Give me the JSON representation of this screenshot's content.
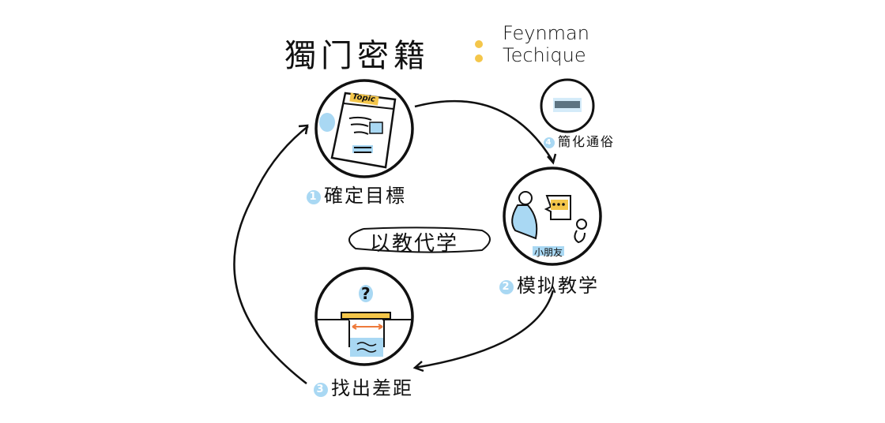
{
  "title": {
    "chinese": "獨门密籍",
    "english_line1": "Feynman",
    "english_line2": "Techique"
  },
  "center_label": "以教代学",
  "steps": [
    {
      "number": "1",
      "label": "確定目標",
      "detail": "Topic"
    },
    {
      "number": "2",
      "label": "模拟教学",
      "detail": "小朋友"
    },
    {
      "number": "3",
      "label": "找出差距",
      "detail": "?"
    },
    {
      "number": "4",
      "label": "簡化通俗"
    }
  ],
  "colors": {
    "blue": "#a9d8f3",
    "yellow": "#f4c64a",
    "orange": "#ee7a3b",
    "ink": "#111111"
  }
}
